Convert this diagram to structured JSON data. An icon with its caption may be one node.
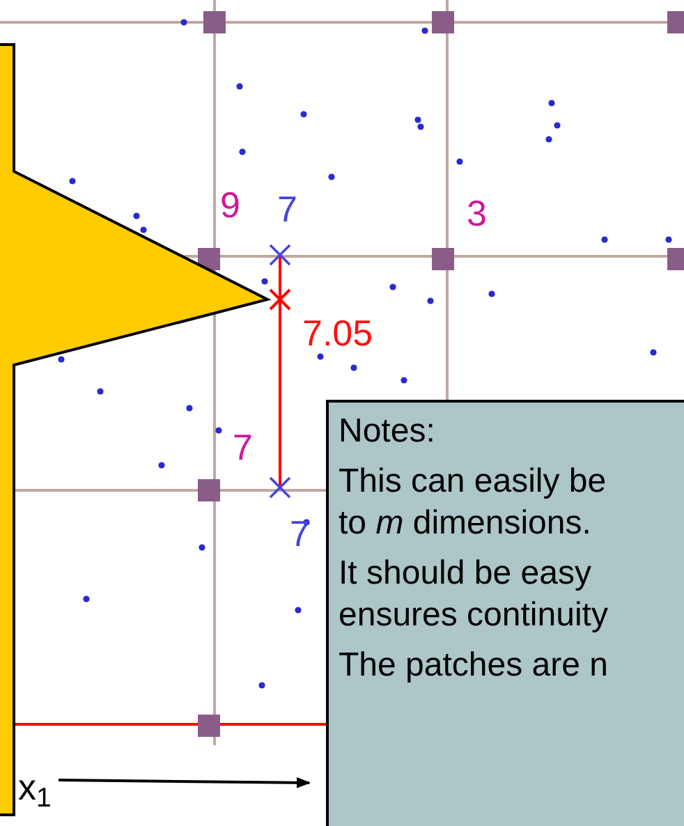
{
  "diagram": {
    "nodes": [
      {
        "text": [
          "Notes:",
          "This can easily be to *m* dimensions.",
          "It should be easy ensures continuity",
          "The patches are n"
        ]
      }
    ],
    "labels": [
      "9",
      "7",
      "3",
      "7.05",
      "7",
      "7",
      "x$_{1}$"
    ]
  }
}
